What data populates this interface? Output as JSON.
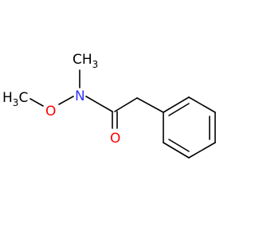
{
  "molecule": {
    "atoms": {
      "methyl_n": {
        "element": "C",
        "label": "CH",
        "sub": "3",
        "color": "#000000"
      },
      "methyl_o": {
        "element": "C",
        "label": "H",
        "sub": "3",
        "label_tail": "C",
        "color": "#000000"
      },
      "nitrogen": {
        "element": "N",
        "label": "N",
        "color": "#3333ff"
      },
      "ether_oxygen": {
        "element": "O",
        "label": "O",
        "color": "#ff0000"
      },
      "carbonyl_oxygen": {
        "element": "O",
        "label": "O",
        "color": "#ff0000"
      }
    }
  }
}
